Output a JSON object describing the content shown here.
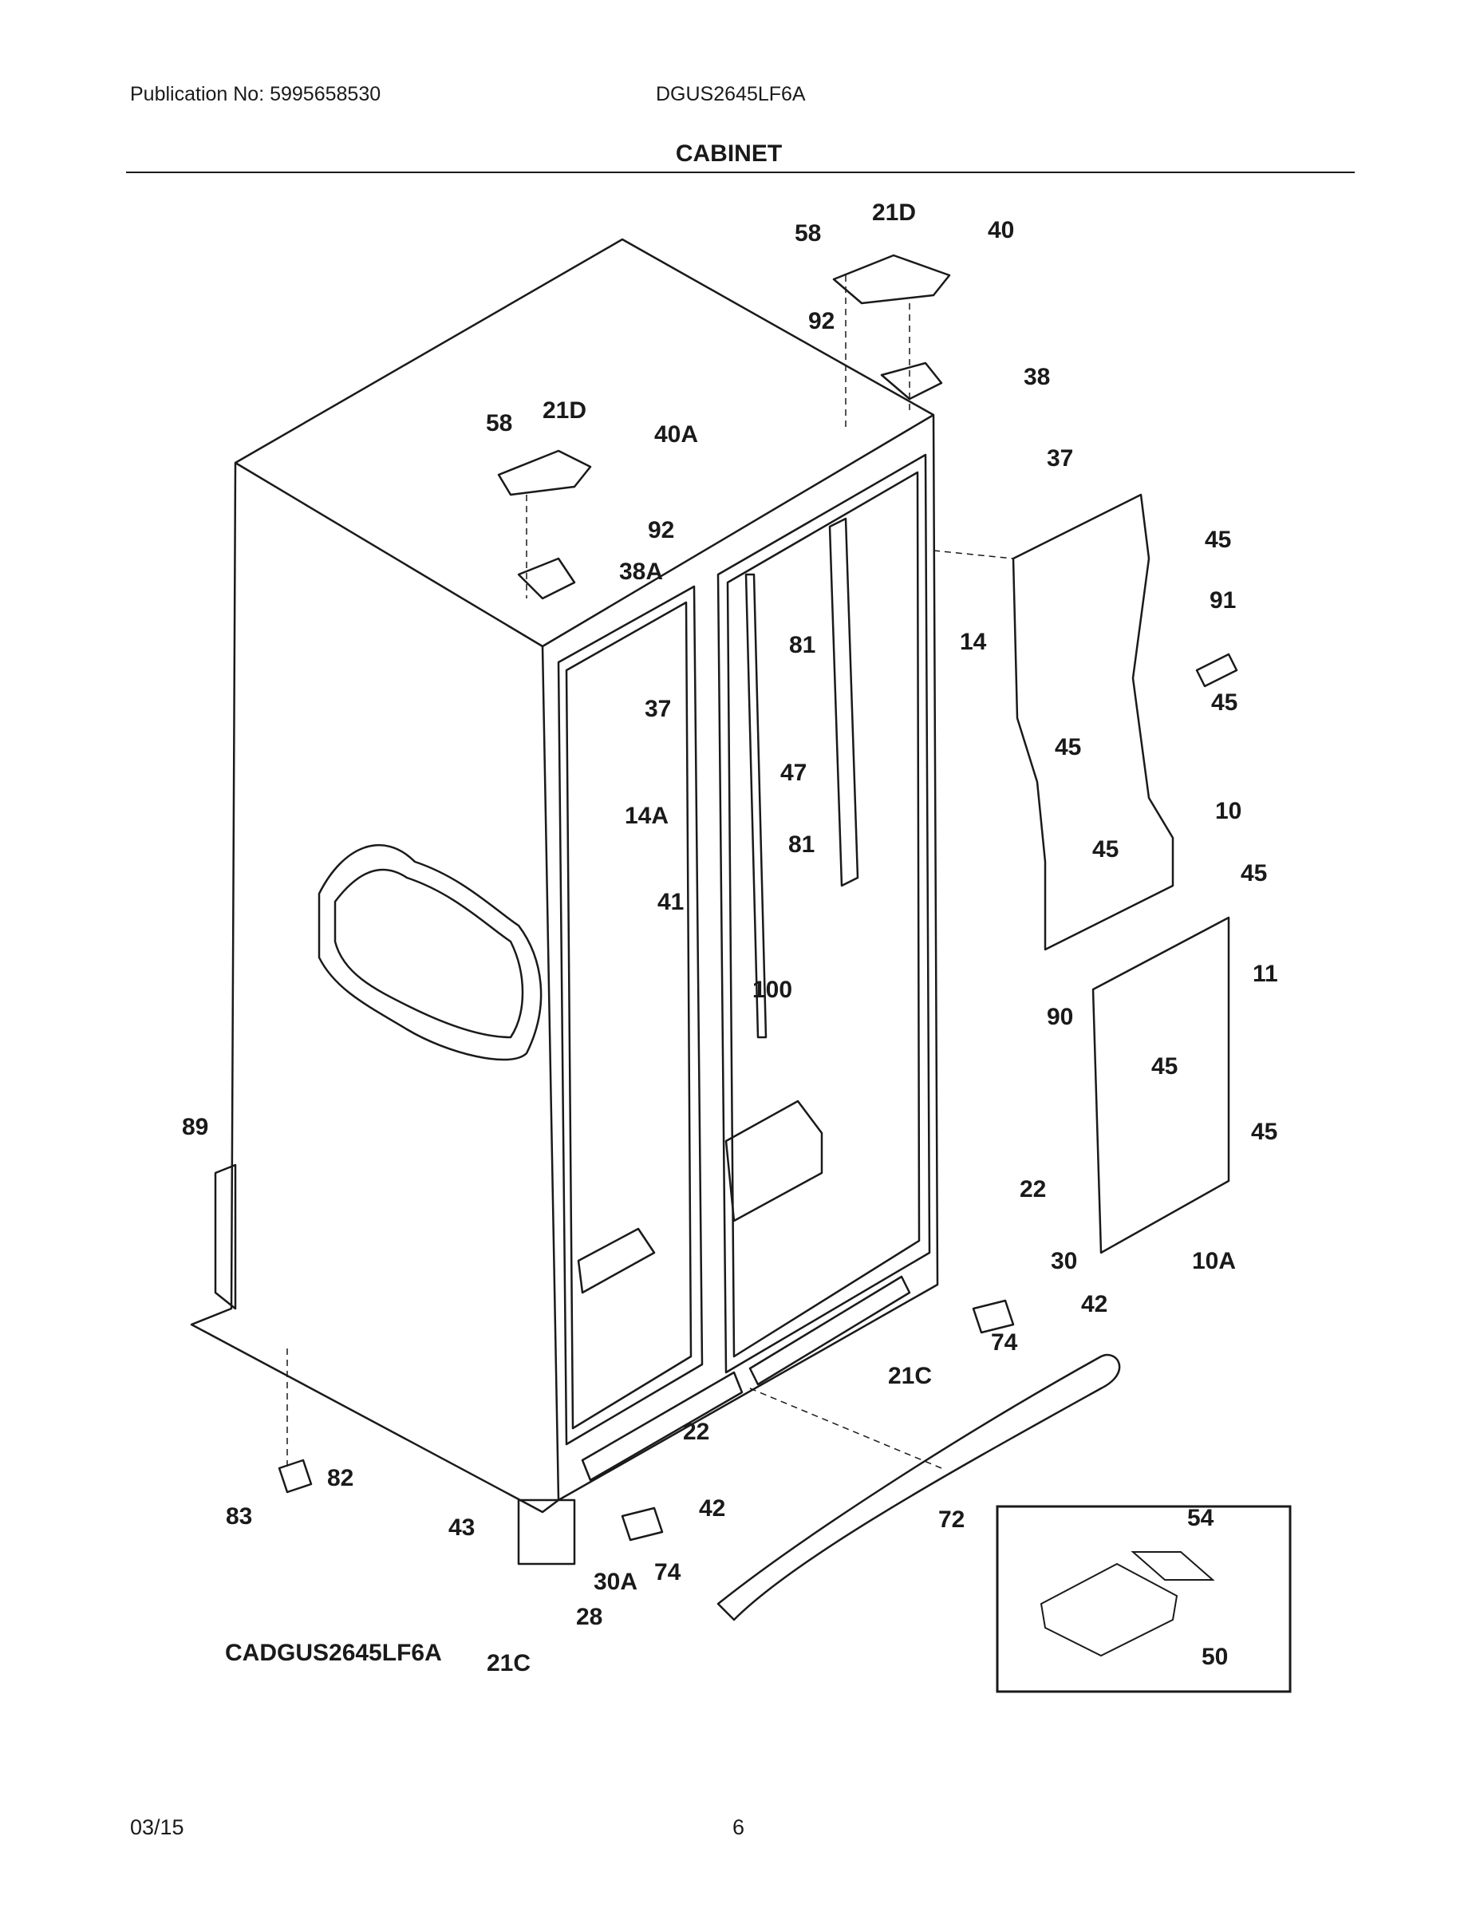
{
  "header": {
    "publication": "Publication No: 5995658530",
    "model": "DGUS2645LF6A",
    "title": "CABINET"
  },
  "footer": {
    "date": "03/15",
    "page": "6"
  },
  "diagram_code": "CADGUS2645LF6A",
  "callouts": [
    "58",
    "21D",
    "40",
    "92",
    "38",
    "37",
    "58",
    "21D",
    "40A",
    "92",
    "38A",
    "45",
    "91",
    "14",
    "81",
    "37",
    "45",
    "45",
    "47",
    "14A",
    "10",
    "45",
    "81",
    "41",
    "45",
    "100",
    "11",
    "90",
    "45",
    "89",
    "45",
    "22",
    "30",
    "10A",
    "42",
    "74",
    "21C",
    "22",
    "82",
    "42",
    "83",
    "43",
    "72",
    "54",
    "30A",
    "74",
    "28",
    "21C",
    "50"
  ]
}
